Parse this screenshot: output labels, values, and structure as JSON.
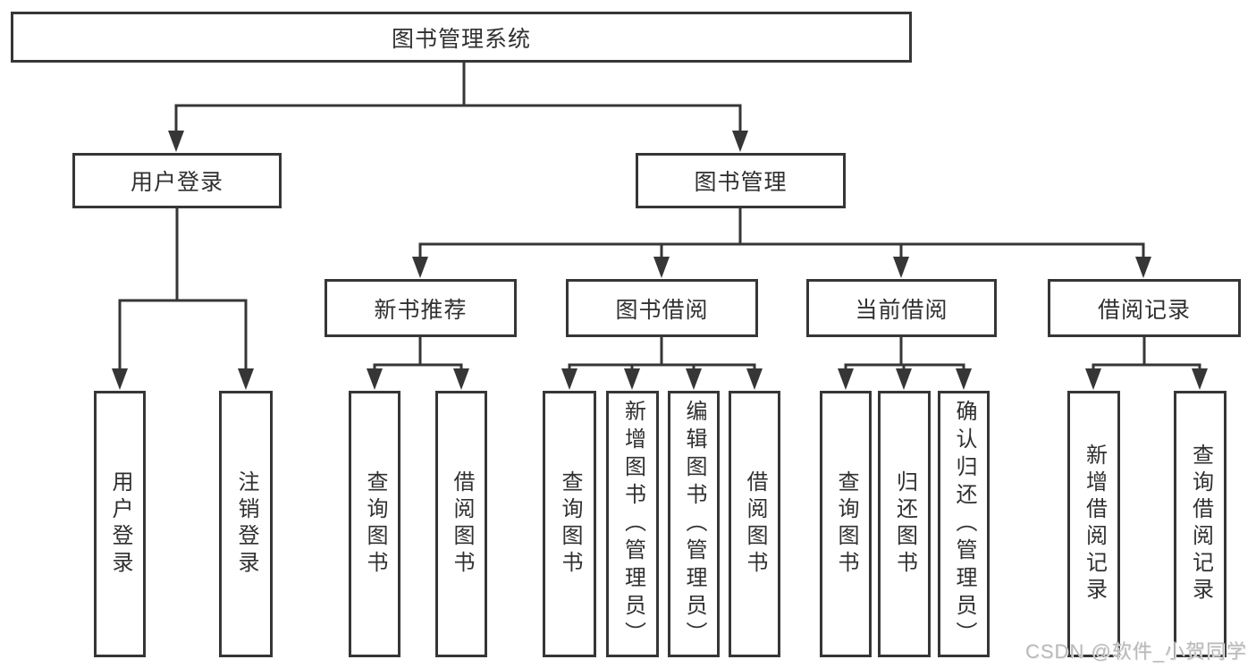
{
  "diagram": {
    "root": "图书管理系统",
    "branches": [
      {
        "label": "用户登录",
        "children": [
          "用户登录",
          "注销登录"
        ]
      },
      {
        "label": "图书管理",
        "groups": [
          {
            "label": "新书推荐",
            "children": [
              "查询图书",
              "借阅图书"
            ]
          },
          {
            "label": "图书借阅",
            "children": [
              "查询图书",
              "新增图书（管理员）",
              "编辑图书（管理员）",
              "借阅图书"
            ]
          },
          {
            "label": "当前借阅",
            "children": [
              "查询图书",
              "归还图书",
              "确认归还（管理员）"
            ]
          },
          {
            "label": "借阅记录",
            "children": [
              "新增借阅记录",
              "查询借阅记录"
            ]
          }
        ]
      }
    ]
  },
  "watermark": "CSDN @软件_小贺同学",
  "colors": {
    "line": "#363636",
    "text": "#303030",
    "box_background": "#ffffff",
    "watermark": "#b9b9b9",
    "background": "#ffffff"
  }
}
